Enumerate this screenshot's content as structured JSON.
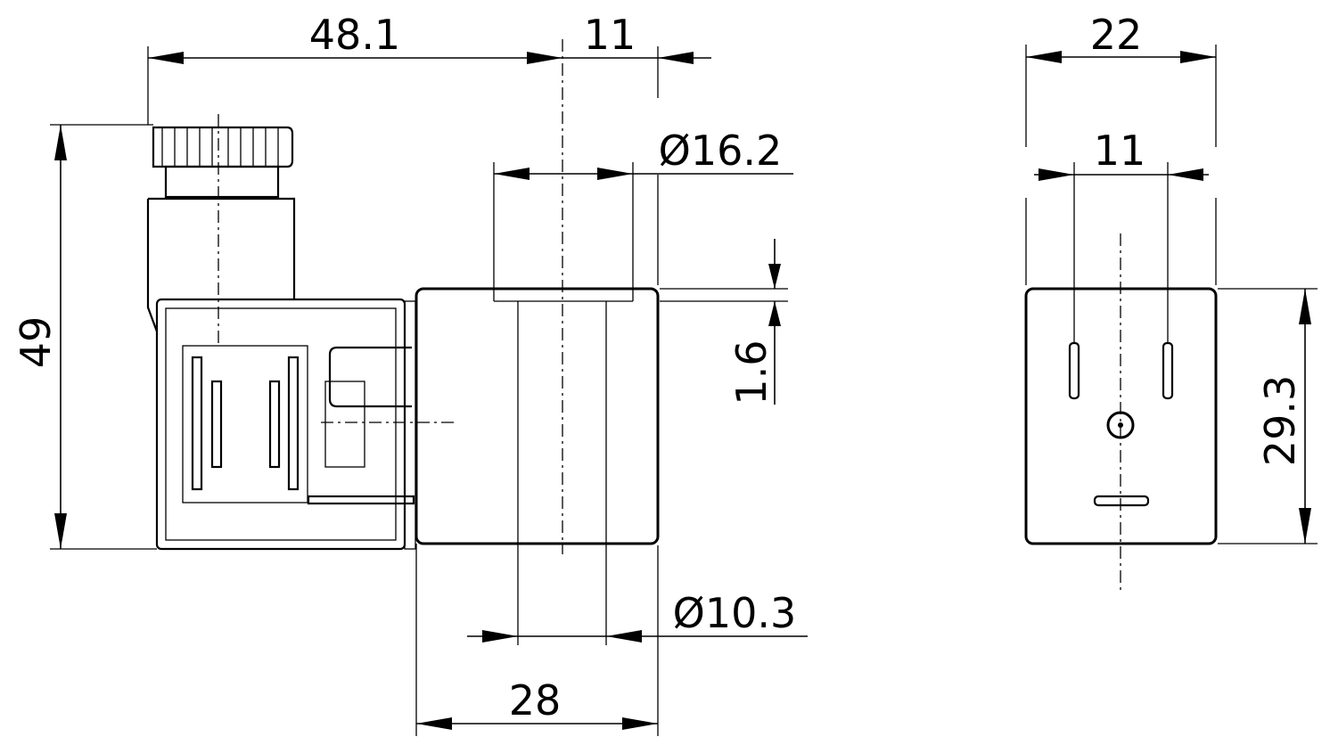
{
  "dimensions": {
    "overall_length": "48.1",
    "top_offset": "11",
    "outer_diameter": "Ø16.2",
    "inner_diameter": "Ø10.3",
    "wall_step": "1.6",
    "height": "49",
    "coil_width": "28",
    "front_width": "22",
    "pin_spacing": "11",
    "front_height": "29.3"
  }
}
